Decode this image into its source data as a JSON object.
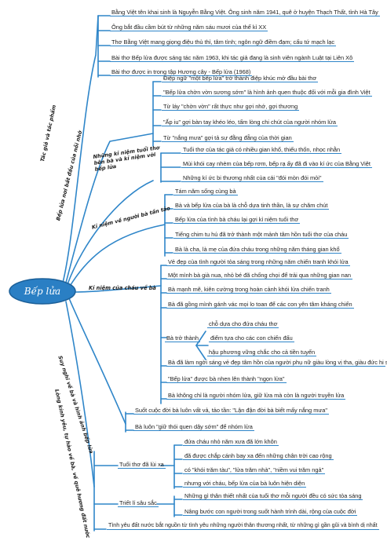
{
  "center": "Bếp lửa",
  "colors": {
    "line": "#2f86c9",
    "hub_fill": "#2a7fc4",
    "hub_edge": "#1b5f98"
  },
  "branches": {
    "b1": "Tác giả và tác phẩm",
    "b2": "Bếp lửa nơi bắt đầu của nỗi nhớ",
    "b3": "Những kỉ niệm tuổi thơ bên bà và kỉ niệm với bếp lửa",
    "b4": "Kỉ niệm về người bà tần tảo",
    "b5": "Kỉ niệm của cháu về bà",
    "b6": "Suy nghĩ về bà và hình ảnh bếp lửa",
    "b7": "Lòng kính yêu, tự hào về bà, về quê hương đất nước"
  },
  "sub_labels": {
    "tro_thanh": "Bà trở thành",
    "tuoi_tho": "Tuổi thơ đã lùi xa",
    "triet_li": "Triết lí sâu sắc"
  },
  "leaves": {
    "t1": "Bằng Việt tên khai sinh là Nguyễn Bằng Việt. Ông sinh năm 1941, quê ở huyện Thạch Thất, tỉnh Hà Tây",
    "t2": "Ông bắt đầu cầm bút từ những năm sáu mươi của thế kỉ XX",
    "t3": "Thơ Bằng Việt mang giọng điệu thủ thỉ, tâm tình; ngôn ngữ điềm đạm; cấu tứ mạch lạc",
    "t4": "Bài thơ Bếp lửa được sáng tác năm 1963, khi tác giả đang là sinh viên ngành Luật tại Liên Xô",
    "t5": "Bài thơ được in trong tập Hương cây - Bếp lửa (1968)",
    "n1": "Điệp ngữ \"một bếp lửa\" trở thành điệp khúc mở đầu bài thơ",
    "n2": "\"Bếp lửa chờn vờn sương sớm\" là hình ảnh quen thuộc đối với mỗi gia đình Việt",
    "n3": "Từ láy \"chờn vờn\" rất thực như gợi nhớ, gợi thương",
    "n4": "\"Ấp iu\" gợi bàn tay khéo léo, tấm lòng chi chút của người nhóm lửa",
    "n5": "Từ \"nắng mưa\" gợi tả sự đằng đẵng của thời gian",
    "k1": "Tuổi thơ của tác giả có nhiều gian khổ, thiếu thốn, nhọc nhằn",
    "k2": "Mùi khói cay nhèm của bếp rơm, bếp rạ ấy đã đi vào kí ức của Bằng Việt",
    "k3": "Những kí ức bi thương nhất của cái \"đói mòn đói mỏi\"",
    "r1": "Tám năm sống cùng bà",
    "r2": "Bà và bếp lửa của bà là chỗ dựa tinh thần, là sự chăm chút",
    "r3": "Bếp lửa của tình bà cháu lại gợi kỉ niệm tuổi thơ",
    "r4": "Tiếng chim tu hú đã trở thành một mảnh tâm hồn tuổi thơ của cháu",
    "r5": "Bà là cha, là mẹ của đứa cháu trong những năm tháng gian khổ",
    "c1": "Vẻ đẹp của tình người tỏa sáng trong những năm chiến tranh khói lửa",
    "c2": "Một mình bà già nua, nhỏ bé đã chống chọi để trải qua những gian nan",
    "c3": "Bà mạnh mẽ, kiên cường trong hoàn cảnh khói lửa chiến tranh",
    "c4": "Bà đã gồng mình gánh vác mọi lo toan để các con yên tâm kháng chiến",
    "tt1": "chỗ dựa cho đứa cháu thơ",
    "tt2": "điểm tựa cho các con chiến đấu",
    "tt3": "hậu phương vững chắc cho cả tiền tuyến",
    "c5": "Bà đã làm ngời sáng vẻ đẹp tâm hồn của người phụ nữ giàu lòng vị tha, giàu đức hi sinh",
    "c6": "\"Bếp lửa\" được bà nhen lên thành \"ngọn lửa\"",
    "c7": "Bà không chỉ là người nhóm lửa, giữ lửa mà còn là người truyền lửa",
    "s1": "Suốt cuộc đời bà luôn vất vả, tảo tần: \"Lận đận đời bà biết mấy nắng mưa\"",
    "s2": "Bà luôn \"giữ thói quen dậy sớm\" để nhóm lửa",
    "l1": "đứa cháu nhỏ năm xưa đã lớn khôn",
    "l2": "đã được chắp cánh bay xa đến những chân trời cao rộng",
    "l3": "có \"khói trăm tàu\", \"lửa trăm nhà\", \"niềm vui trăm ngả\"",
    "l4": "nhưng với cháu, bếp lửa của bà luôn hiện diện",
    "l5": "Những gì thân thiết nhất của tuổi thơ mỗi người đều có sức tỏa sáng",
    "l6": "Nâng bước con người trong suốt hành trình dài, rộng của cuộc đời",
    "l7": "Tình yêu đất nước bắt nguồn từ tình yêu những người thân thương nhất, từ những gì gần gũi và bình dị nhất"
  }
}
